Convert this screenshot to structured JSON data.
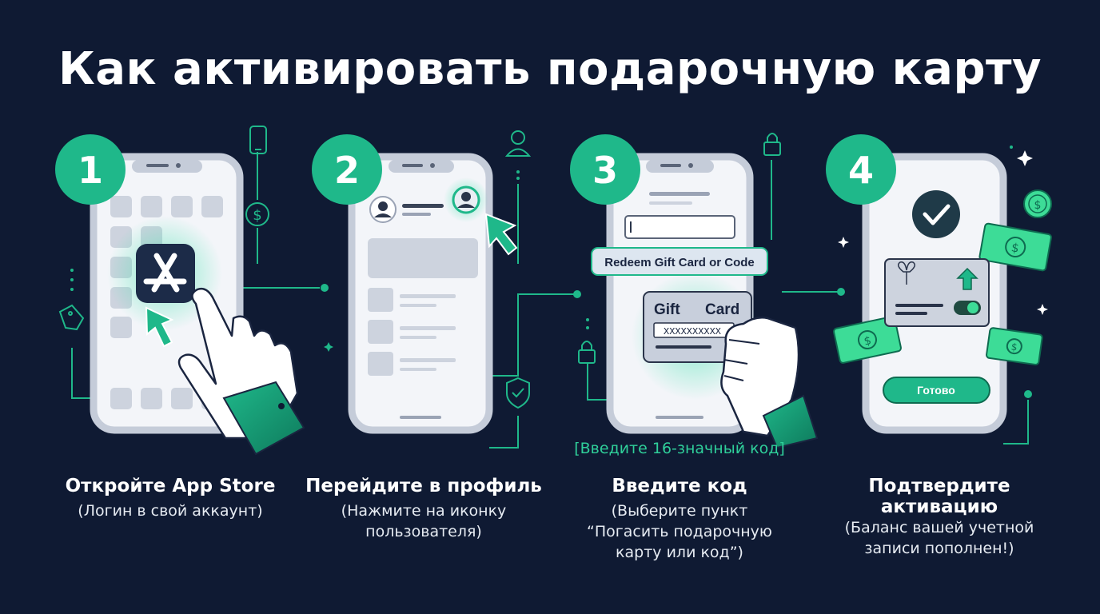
{
  "title": "Как активировать подарочную карту",
  "colors": {
    "background": "#0f1a33",
    "accent": "#1fb88a",
    "phone_frame": "#c5ccd9",
    "screen": "#f3f5f9"
  },
  "steps": [
    {
      "number": "1",
      "title": "Откройте App Store",
      "description": [
        "(Логин в свой аккаунт)"
      ],
      "icons": [
        "app-store-icon",
        "cursor-arrow-icon",
        "pointing-hand-icon"
      ]
    },
    {
      "number": "2",
      "title": "Перейдите в профиль",
      "description": [
        "(Нажмите на иконку",
        "пользователя)"
      ],
      "icons": [
        "profile-avatar-icon",
        "cursor-arrow-icon"
      ]
    },
    {
      "number": "3",
      "title": "Введите код",
      "description": [
        "(Выберите пункт",
        "“Погасить подарочную",
        "карту или код”)"
      ],
      "redeem_label": "Redeem Gift Card or Code",
      "card_word_1": "Gift",
      "card_word_2": "Card",
      "card_code": "XXXXXXXXXX",
      "hint": "[Введите 16-значный код]",
      "icons": [
        "gift-card-icon",
        "hand-holding-card-icon"
      ]
    },
    {
      "number": "4",
      "title_lines": [
        "Подтвердите",
        "активацию"
      ],
      "description": [
        "(Баланс вашей учетной",
        "записи пополнен!)"
      ],
      "done_button": "Готово",
      "icons": [
        "checkmark-icon",
        "gift-box-icon",
        "toggle-icon",
        "money-bill-icon"
      ]
    }
  ],
  "decorative_icons": [
    "phone-icon",
    "dollar-icon",
    "tag-icon",
    "user-icon",
    "shield-check-icon",
    "lock-icon",
    "sparkle-icon"
  ]
}
